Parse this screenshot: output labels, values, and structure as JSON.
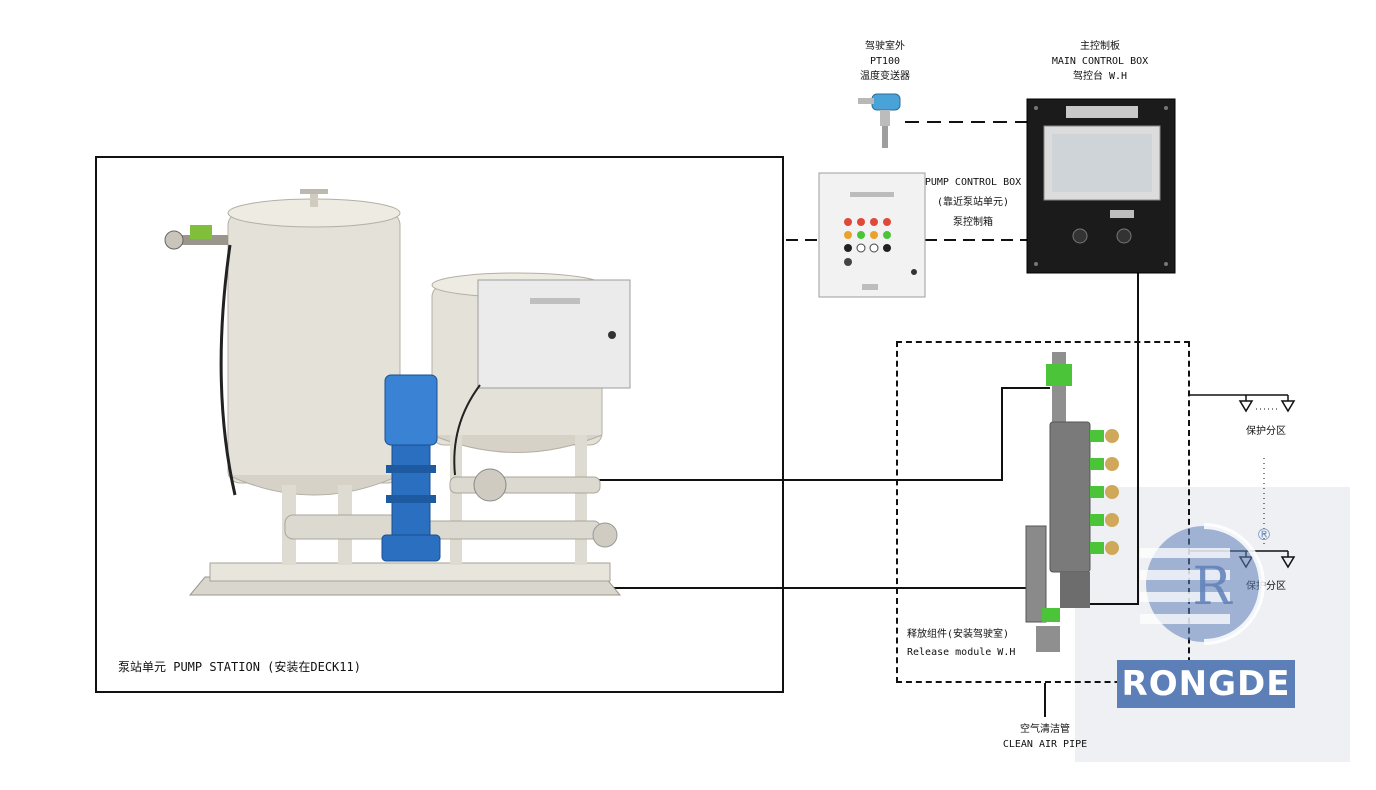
{
  "labels": {
    "outdoor_line1": "驾驶室外",
    "outdoor_line2": "PT100",
    "outdoor_line3": "温度变送器",
    "main_line1": "主控制板",
    "main_line2": "MAIN CONTROL BOX",
    "main_line3": "驾控台 W.H",
    "pump_box_line1": "PUMP CONTROL BOX",
    "pump_box_line2": "(靠近泵站单元)",
    "pump_box_line3": "泵控制箱",
    "zone_top": "保护分区",
    "zone_bottom": "保护分区",
    "release_line1": "释放组件(安装驾驶室)",
    "release_line2": "Release module W.H",
    "air_line1": "空气清洁管",
    "air_line2": "CLEAN AIR PIPE",
    "station_caption": "泵站单元 PUMP STATION (安装在DECK11)"
  },
  "logo": {
    "letter": "R",
    "registered": "®",
    "brand": "RONGDE"
  },
  "colors": {
    "line": "#111111",
    "tank": "#e4e1d8",
    "pump_blue": "#2a6fc0",
    "panel_dark": "#1b1b1b",
    "logo_blue": "#5d7fb8",
    "indicator_green": "#4cc43a"
  }
}
